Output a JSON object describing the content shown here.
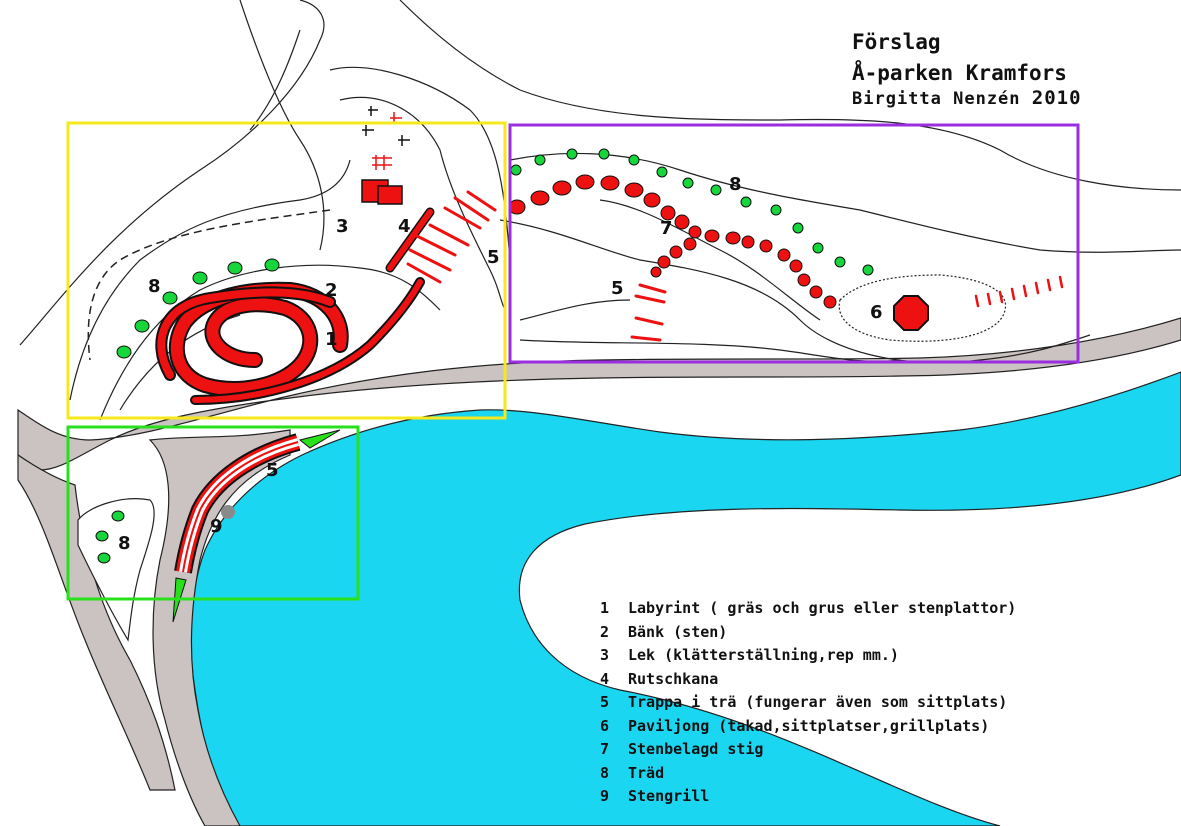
{
  "title": {
    "line1": "Förslag",
    "line2": "Å-parken Kramfors",
    "author": "Birgitta Nenzén",
    "year": "2010"
  },
  "legend": [
    {
      "num": "1",
      "text": "Labyrint ( gräs och grus eller stenplattor)"
    },
    {
      "num": "2",
      "text": "Bänk (sten)"
    },
    {
      "num": "3",
      "text": "Lek (klätterställning,rep mm.)"
    },
    {
      "num": "4",
      "text": "Rutschkana"
    },
    {
      "num": "5",
      "text": "Trappa i trä (fungerar även som sittplats)"
    },
    {
      "num": "6",
      "text": "Paviljong (takad,sittplatser,grillplats)"
    },
    {
      "num": "7",
      "text": "Stenbelagd stig"
    },
    {
      "num": "8",
      "text": "Träd"
    },
    {
      "num": "9",
      "text": "Stengrill"
    }
  ],
  "map_labels": {
    "labyrinth": "1",
    "bench": "2",
    "play": "3",
    "slide": "4",
    "stairs_north": "5",
    "stairs_mid": "5",
    "stairs_south": "5",
    "pavilion": "6",
    "path": "7",
    "trees_west": "8",
    "trees_north": "8",
    "trees_southwest": "8",
    "grill": "9"
  },
  "colors": {
    "water": "#1ad6f0",
    "path_band": "#cbc3c1",
    "feature": "#ee1111",
    "tree": "#17d63b",
    "frame_yellow": "#f6e81a",
    "frame_purple": "#9a2ee0",
    "frame_green": "#29e01c",
    "grill": "#8a8a8a"
  }
}
